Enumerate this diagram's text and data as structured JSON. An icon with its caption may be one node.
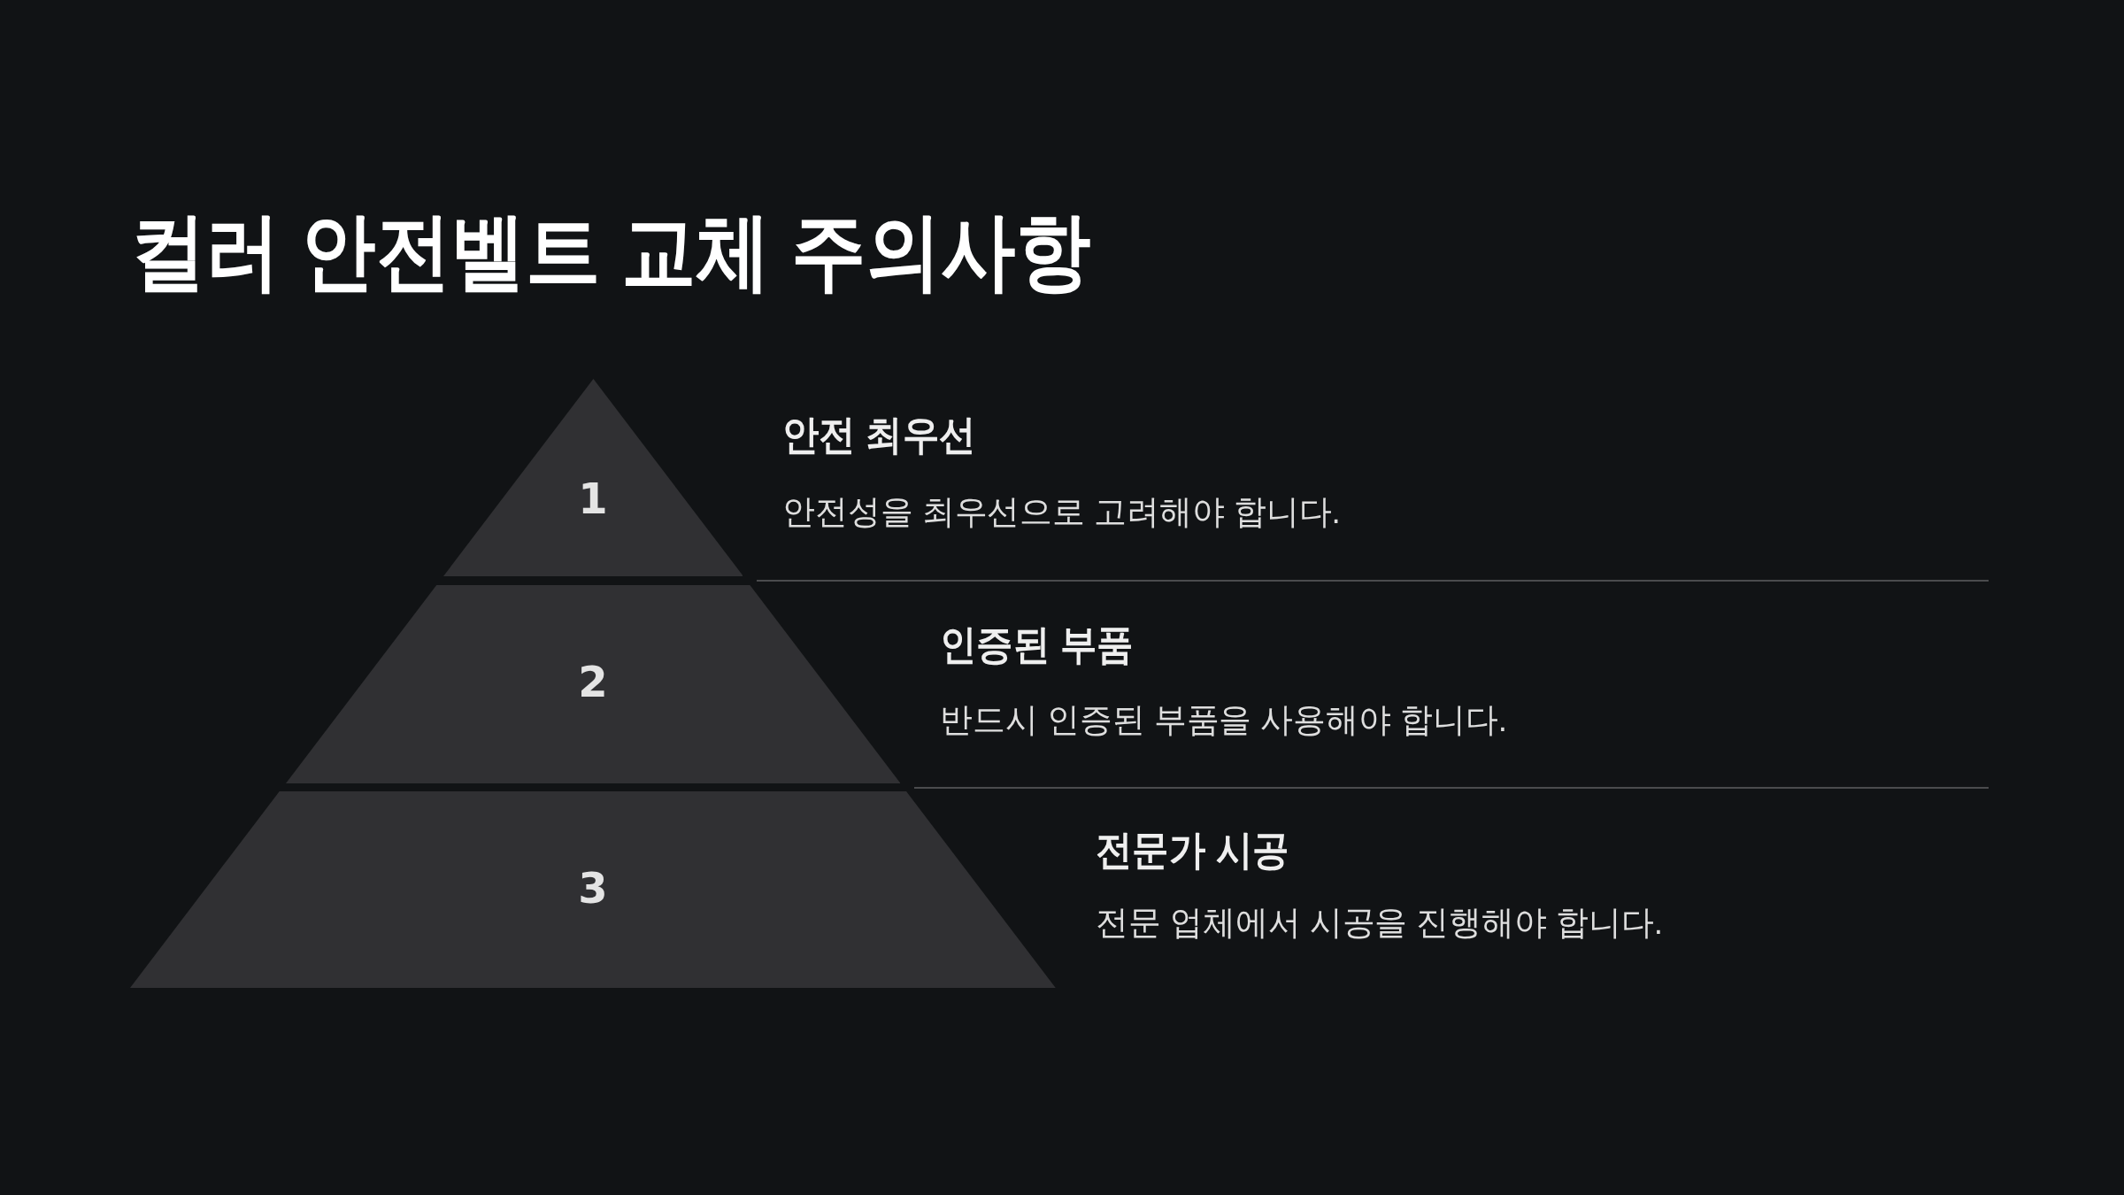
{
  "diagram": {
    "title": "컬러 안전벨트 교체 주의사항",
    "nodes": [
      {
        "text": [
          "1"
        ],
        "beside": [
          "안전 최우선",
          "안전성을 최우선으로 고려해야 합니다."
        ]
      },
      {
        "text": [
          "2"
        ],
        "beside": [
          "인증된 부품",
          "반드시 인증된 부품을 사용해야 합니다."
        ]
      },
      {
        "text": [
          "3"
        ],
        "beside": [
          "전문가 시공",
          "전문 업체에서 시공을 진행해야 합니다."
        ]
      }
    ]
  }
}
